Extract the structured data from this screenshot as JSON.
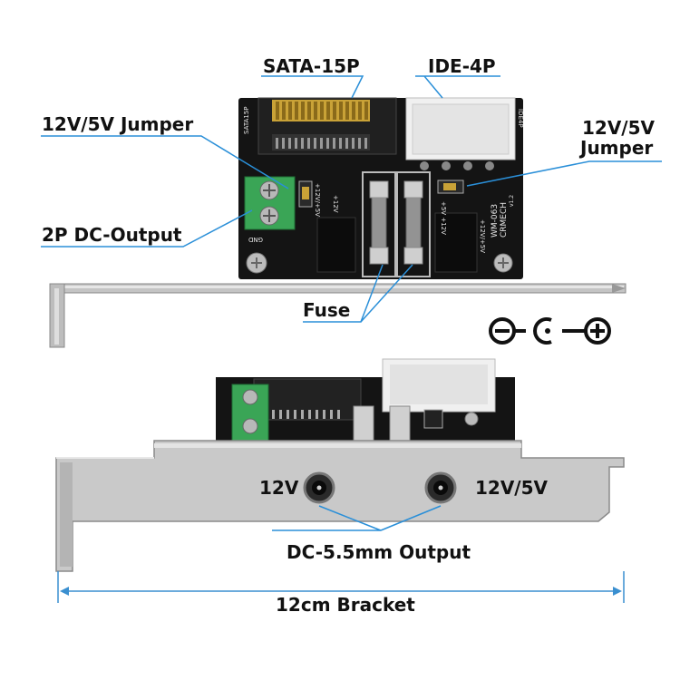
{
  "labels": {
    "sata": "SATA-15P",
    "ide": "IDE-4P",
    "jumper_left": "12V/5V Jumper",
    "jumper_right_line1": "12V/5V",
    "jumper_right_line2": "Jumper",
    "dc_output_2p": "2P DC-Output",
    "fuse": "Fuse",
    "out_left": "12V",
    "out_right": "12V/5V",
    "dc_out": "DC-5.5mm Output",
    "bracket": "12cm Bracket"
  },
  "silkscreen": {
    "sata15p": "SATA15P",
    "pv12v": "+12V",
    "jumper_txt": "+12V/+5V",
    "model": "WM-063",
    "brand": "CRMECH",
    "version": "v1.2",
    "gnd": "GND",
    "jumper_txt2": "+5V +12V",
    "p12v15v": "+12V/+5V",
    "ide4p": "IDE4P"
  },
  "polarity_symbols": [
    "minus",
    "center",
    "plus"
  ],
  "colors": {
    "pcb": "#141414",
    "terminal": "#3aa556",
    "bracket": "#c9c9c9",
    "callout_line": "#2a8fd8",
    "dimension": "#3a8fd0"
  }
}
